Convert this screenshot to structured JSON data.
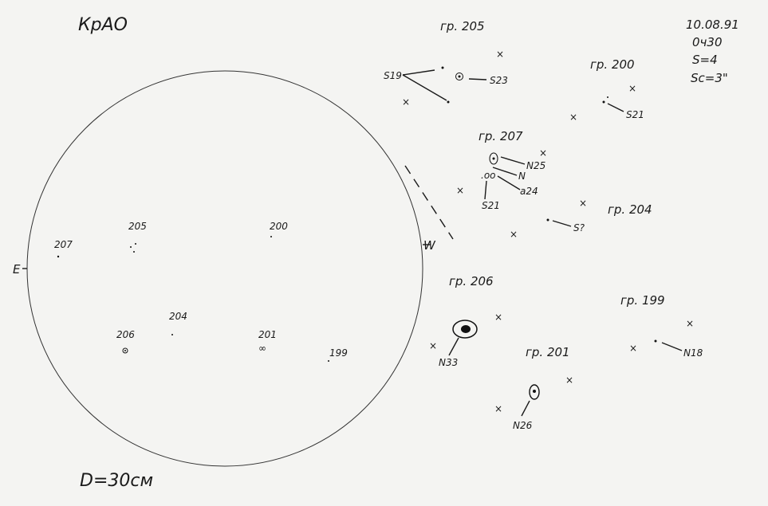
{
  "header": {
    "observatory": "КрАО",
    "date": "10.08.91",
    "time": "0ч30",
    "seeing": "S=4",
    "scale": "Sc=3\""
  },
  "footer": {
    "diameter": "D=30см"
  },
  "disk": {
    "east_label": "E",
    "west_label": "W",
    "groups": [
      "207",
      "205",
      "200",
      "204",
      "206",
      "201",
      "199"
    ]
  },
  "details": {
    "g205": {
      "title": "гр. 205",
      "labels": [
        "S19",
        "S23"
      ]
    },
    "g200": {
      "title": "гр. 200",
      "labels": [
        "S21"
      ]
    },
    "g207": {
      "title": "гр. 207",
      "labels": [
        "N25",
        "N",
        "a24",
        "S21"
      ]
    },
    "g204": {
      "title": "гр. 204",
      "labels": [
        "S?"
      ]
    },
    "g206": {
      "title": "гр. 206",
      "labels": [
        "N33"
      ]
    },
    "g199": {
      "title": "гр. 199",
      "labels": [
        "N18"
      ]
    },
    "g201": {
      "title": "гр. 201",
      "labels": [
        "N26"
      ]
    }
  }
}
